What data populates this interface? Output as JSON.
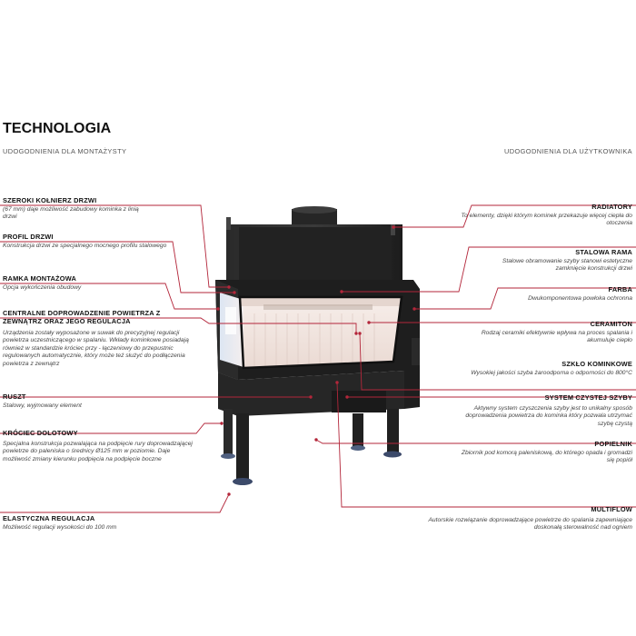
{
  "header": {
    "title": "TECHNOLOGIA",
    "left_subtitle": "UDOGODNIENIA DLA MONTAŻYSTY",
    "right_subtitle": "UDOGODNIENIA DLA UŻYTKOWNIKA"
  },
  "colors": {
    "leader_line": "#b3263a",
    "stove_body": "#1e1e1e",
    "firebox_brick": "#f1e5e0",
    "accent_red": "#c0283c"
  },
  "left_features": [
    {
      "title": "SZEROKI KOŁNIERZ DRZWI",
      "desc": "(67 mm) daje możliwość zabudowy kominka z linią drzwi"
    },
    {
      "title": "PROFIL DRZWI",
      "desc": "Konstrukcja drzwi ze specjalnego mocnego profilu stalowego"
    },
    {
      "title": "RAMKA MONTAŻOWA",
      "desc": "Opcja wykończenia obudowy"
    },
    {
      "title": "CENTRALNE DOPROWADZENIE POWIETRZA Z ZEWNĄTRZ ORAZ JEGO REGULACJA",
      "desc": "Urządzenia zostały wyposażone w suwak do precyzyjnej regulacji powietrza uczestniczącego w spalaniu. Wkłady kominkowe posiadają również w standardzie króciec przy - łączeniowy do przepustnic regulowanych automatycznie, który może też służyć do podłączenia powietrza z zewnątrz"
    },
    {
      "title": "RUSZT",
      "desc": "Stalowy, wyjmowany element"
    },
    {
      "title": "KRÓCIEC DOLOTOWY",
      "desc": "Specjalna konstrukcja pozwalająca na podpięcie rury doprowadzającej powietrze do paleniska o średnicy Ø125 mm w poziomie. Daje możliwość zmiany kierunku podpięcia na podpięcie boczne"
    },
    {
      "title": "ELASTYCZNA REGULACJA",
      "desc": "Możliwość regulacji wysokości do 100 mm"
    }
  ],
  "right_features": [
    {
      "title": "RADIATORY",
      "desc": "To elementy, dzięki którym kominek przekazuje więcej ciepła do otoczenia"
    },
    {
      "title": "STALOWA RAMA",
      "desc": "Stalowe obramowanie szyby stanowi estetyczne zamknięcie konstrukcji drzwi"
    },
    {
      "title": "FARBA",
      "desc": "Dwukomponentowa powłoka ochronna"
    },
    {
      "title": "CERAMITON",
      "desc": "Rodzaj ceramiki efektywnie wpływa na proces spalania i akumuluje ciepło"
    },
    {
      "title": "SZKŁO KOMINKOWE",
      "desc": "Wysokiej jakości szyba żaroodporna o odporności do 800°C"
    },
    {
      "title": "SYSTEM CZYSTEJ SZYBY",
      "desc": "Aktywny system czyszczenia szyby jest to unikalny sposób doprowadzenia powietrza do kominka który pozwala utrzymać szybę czystą"
    },
    {
      "title": "POPIELNIK",
      "desc": "Zbiornik pod komorą paleniskową, do którego opada i gromadzi się popiół"
    },
    {
      "title": "MULTIFLOW",
      "desc": "Autorskie rozwiązanie doprowadzające powietrze do spalania zapewniające doskonałą sterowalność nad ogniem"
    }
  ]
}
